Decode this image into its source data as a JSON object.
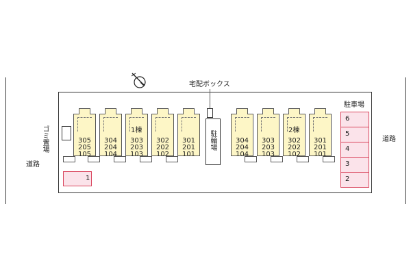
{
  "labels": {
    "road_left": "道路",
    "road_right": "道路",
    "garbage": "ゴミ置場",
    "delivery_box": "宅配ボックス",
    "bicycle_parking": "駐輪場",
    "parking_lot": "駐車場",
    "building1": "1棟",
    "building2": "2棟"
  },
  "building1_units": [
    {
      "rooms": [
        "305",
        "205",
        "105"
      ]
    },
    {
      "rooms": [
        "304",
        "204",
        "104"
      ]
    },
    {
      "rooms": [
        "303",
        "203",
        "103"
      ]
    },
    {
      "rooms": [
        "302",
        "202",
        "102"
      ]
    },
    {
      "rooms": [
        "301",
        "201",
        "101"
      ]
    }
  ],
  "building2_units": [
    {
      "rooms": [
        "304",
        "204",
        "104"
      ]
    },
    {
      "rooms": [
        "303",
        "203",
        "103"
      ]
    },
    {
      "rooms": [
        "302",
        "202",
        "102"
      ]
    },
    {
      "rooms": [
        "301",
        "201",
        "101"
      ]
    }
  ],
  "parking_left": "1",
  "parking_right": [
    "6",
    "5",
    "4",
    "3",
    "2"
  ],
  "colors": {
    "unit_fill": "#fdf6c6",
    "parking_fill": "#fbe3ea",
    "parking_border": "#d9435b"
  },
  "icons": {
    "compass": "north-arrow-icon"
  }
}
